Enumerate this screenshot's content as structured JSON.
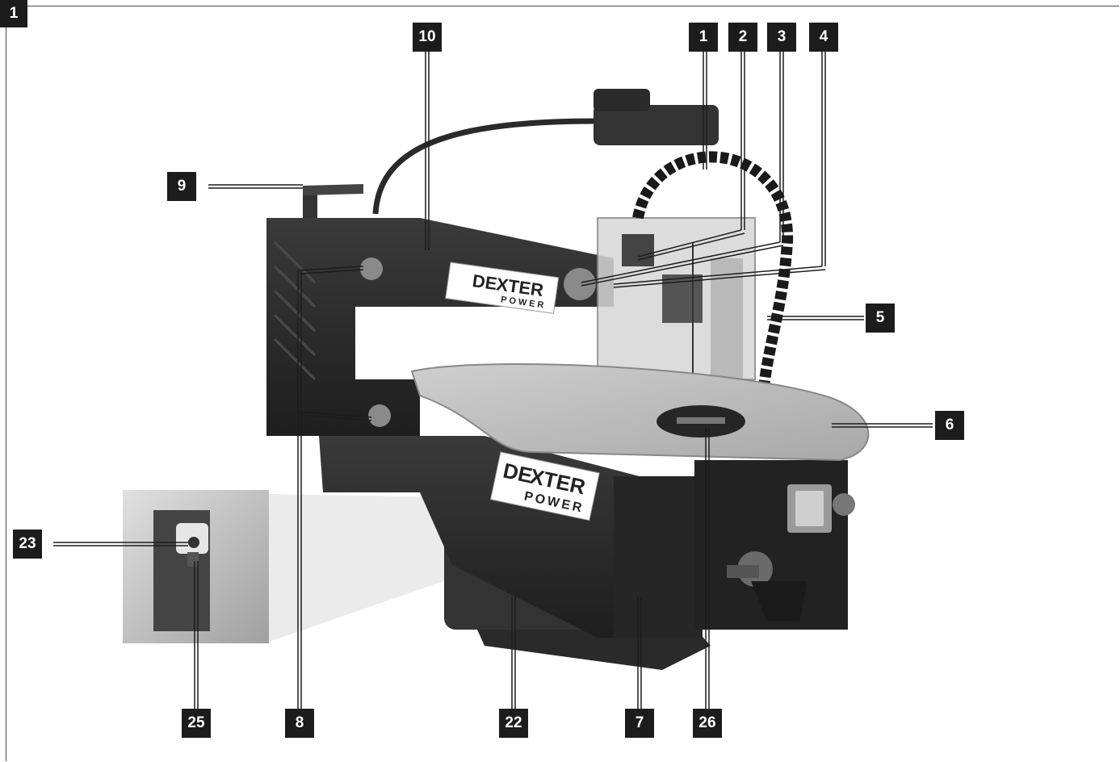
{
  "figure_number": "1",
  "brand": {
    "name_part1": "DE",
    "name_part2": "XTER",
    "sub": "POWER"
  },
  "callouts": [
    {
      "id": "c1",
      "label": "1"
    },
    {
      "id": "c2",
      "label": "2"
    },
    {
      "id": "c3",
      "label": "3"
    },
    {
      "id": "c4",
      "label": "4"
    },
    {
      "id": "c5",
      "label": "5"
    },
    {
      "id": "c6",
      "label": "6"
    },
    {
      "id": "c7",
      "label": "7"
    },
    {
      "id": "c8",
      "label": "8"
    },
    {
      "id": "c9",
      "label": "9"
    },
    {
      "id": "c10",
      "label": "10"
    },
    {
      "id": "c22",
      "label": "22"
    },
    {
      "id": "c23",
      "label": "23"
    },
    {
      "id": "c25",
      "label": "25"
    },
    {
      "id": "c26",
      "label": "26"
    }
  ],
  "colors": {
    "badge": "#1c1c1c",
    "body_dark": "#2b2b2b",
    "table_light": "#bdbdbd",
    "guard": "#d6d6d6"
  }
}
